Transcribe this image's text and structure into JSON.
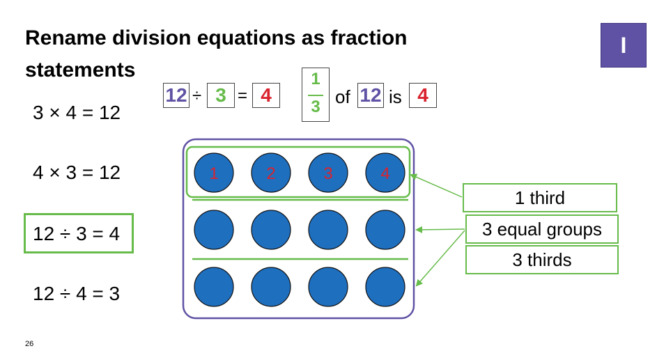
{
  "title": "Rename division equations as fraction statements",
  "badge": "I",
  "equations": [
    "3 × 4 = 12",
    "4 × 3 = 12",
    "12 ÷ 3 = 4",
    "12 ÷ 4 = 3"
  ],
  "division": {
    "dividend": "12",
    "divide_sign": "÷",
    "divisor": "3",
    "equals_sign": "=",
    "quotient": "4"
  },
  "fraction": {
    "numerator": "1",
    "denominator": "3",
    "of_word": "of",
    "whole": "12",
    "is_word": "is",
    "result": "4"
  },
  "counters": {
    "top_row_labels": [
      "1",
      "2",
      "3",
      "4"
    ],
    "rows": 3,
    "per_row": 4
  },
  "labels": {
    "one_third": "1 third",
    "equal_groups": "3 equal groups",
    "three_thirds": "3 thirds"
  },
  "page_number": "26",
  "colors": {
    "purple": "#5f52a4",
    "green": "#66bb4a",
    "red": "#d9232e",
    "counter_blue": "#1f6fbf"
  }
}
